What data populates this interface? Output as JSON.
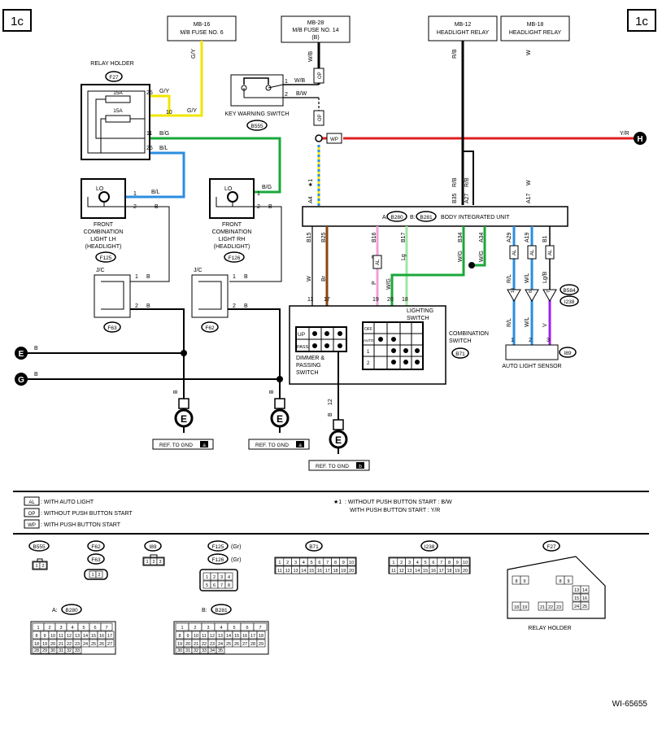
{
  "page": {
    "tag_left": "1c",
    "tag_right": "1c",
    "diagram_id": "WI-65655"
  },
  "sources": [
    {
      "line1": "MB-16",
      "line2": "M/B FUSE NO. 6",
      "line3": ""
    },
    {
      "line1": "MB-28",
      "line2": "M/B FUSE NO. 14",
      "line3": "(B)"
    },
    {
      "line1": "MB-12",
      "line2": "HEADLIGHT RELAY",
      "line3": ""
    },
    {
      "line1": "MB-18",
      "line2": "HEADLIGHT RELAY",
      "line3": ""
    }
  ],
  "relay_holder": {
    "title": "RELAY HOLDER",
    "conn": "F27",
    "fuse_a": "15A",
    "fuse_b": "15A",
    "pins": [
      "25",
      "10",
      "11",
      "26"
    ],
    "wires": [
      "G/Y",
      "G/Y",
      "B/G",
      "B/L"
    ]
  },
  "key_switch": {
    "label": "KEY WARNING SWITCH",
    "conn": "B555",
    "pin1": "1",
    "pin2": "2",
    "w1": "W/B",
    "w2": "B/W"
  },
  "lamps": {
    "lh": {
      "l1": "FRONT",
      "l2": "COMBINATION",
      "l3": "LIGHT LH",
      "l4": "(HEADLIGHT)",
      "conn": "F125",
      "lo": "LO",
      "p1": "1",
      "p2": "2",
      "w1": "B/L",
      "w2": "B"
    },
    "rh": {
      "l1": "FRONT",
      "l2": "COMBINATION",
      "l3": "LIGHT RH",
      "l4": "(HEADLIGHT)",
      "conn": "F126",
      "lo": "LO",
      "p1": "1",
      "p2": "2",
      "w1": "B/G",
      "w2": "B"
    }
  },
  "jc": {
    "label": "J/C",
    "a_conn": "F63",
    "b_conn": "F62",
    "p1": "1",
    "p2": "2",
    "w": "B"
  },
  "grounds": {
    "e": "E",
    "g": "G",
    "h": "H",
    "wire_b": "B",
    "ref1": "REF. TO GND",
    "ref_tag_a": "a",
    "ref_tag_b": "b",
    "pin12": "12"
  },
  "wires": {
    "gy": "G/Y",
    "wb": "W/B",
    "rb": "R/B",
    "w": "W",
    "yr": "Y/R",
    "star1": "★1",
    "bcm_top_pins": [
      "A4",
      "B35",
      "A27",
      "A17"
    ],
    "bcm_top_wires": [
      "R/B",
      "R/B",
      "W"
    ],
    "bcm_bot_pins": [
      "B15",
      "B25",
      "B16",
      "B17",
      "B34",
      "A34",
      "A29",
      "A19",
      "B1"
    ],
    "bcm_bot_wires": [
      "W",
      "Br",
      "P",
      "Lg",
      "W/G",
      "W/G",
      "R/L",
      "W/L",
      "Lg/B"
    ],
    "sw_pins": [
      "11",
      "17",
      "19",
      "20",
      "18"
    ],
    "sw_wires": [
      "W",
      "Br",
      "P",
      "W/G",
      "Lg"
    ],
    "sensor_pins": [
      "1",
      "2",
      "3"
    ],
    "sensor_wires": [
      "R/L",
      "W/L",
      "V"
    ],
    "sensor_diodes": [
      "14",
      "8",
      "7"
    ]
  },
  "badges": {
    "op": "OP",
    "wp": "WP",
    "al": "AL"
  },
  "bcm": {
    "label": "BODY INTEGRATED UNIT",
    "a": "A:",
    "b": "B:",
    "conn_a": "B280",
    "conn_b": "B281"
  },
  "combo_switch": {
    "label1": "COMBINATION",
    "label2": "SWITCH",
    "conn": "B71",
    "dimmer1": "DIMMER &",
    "dimmer2": "PASSING",
    "dimmer3": "SWITCH",
    "lighting1": "LIGHTING",
    "lighting2": "SWITCH",
    "up": "UP",
    "pass": "PASS",
    "off": "OFF",
    "auto": "AUTO",
    "pos1": "1",
    "pos2": "2"
  },
  "sensor": {
    "label": "AUTO LIGHT SENSOR",
    "conn": "I89",
    "conn_b": "B584",
    "conn_i": "I238"
  },
  "legend": [
    {
      "tag": "AL",
      "text": ": WITH AUTO LIGHT"
    },
    {
      "tag": "OP",
      "text": ": WITHOUT PUSH BUTTON START"
    },
    {
      "tag": "WP",
      "text": ": WITH PUSH BUTTON START"
    }
  ],
  "note": {
    "star": "★1",
    "line1": ": WITHOUT PUSH BUTTON START : B/W",
    "line2": "WITH PUSH BUTTON START : Y/R"
  },
  "connectors": {
    "b555": "B555",
    "f62": "F62",
    "f63": "F63",
    "i89": "I89",
    "f125": "F125",
    "f126": "F126",
    "gr": "(Gr)",
    "b71": "B71",
    "i238": "I238",
    "f27": "F27",
    "b280": "B280",
    "b281": "B281",
    "a": "A:",
    "b": "B:",
    "relay_holder": "RELAY HOLDER"
  }
}
